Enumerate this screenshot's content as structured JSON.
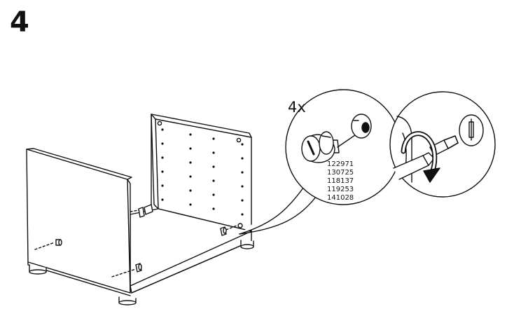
{
  "step": {
    "number": "4"
  },
  "detail": {
    "quantity": "4x",
    "part_numbers": [
      "122971",
      "130725",
      "118137",
      "119253",
      "141028"
    ]
  },
  "colors": {
    "ink": "#111111",
    "paper": "#ffffff",
    "shade": "#e6e6e6"
  },
  "icons": [
    "cam-lock-fitting-icon",
    "cam-dowel-icon",
    "screwdriver-icon",
    "rotate-clockwise-arrow-icon"
  ]
}
